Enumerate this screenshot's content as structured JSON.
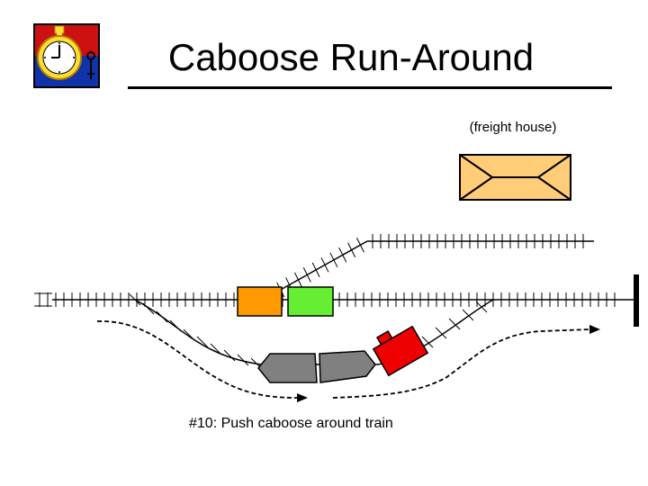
{
  "title": "Caboose Run-Around",
  "freight_house_label": "(freight house)",
  "caption": "#10:  Push caboose around train",
  "logo_icon": "stopwatch-icon",
  "colors": {
    "orange_car": "#ff9900",
    "green_car": "#66ee33",
    "red_caboose": "#ee0000",
    "gray_car": "#808080",
    "freight_house": "#ffcc77",
    "logo_red": "#cc1111",
    "logo_blue": "#1133aa",
    "logo_yellow": "#ffdd33"
  }
}
